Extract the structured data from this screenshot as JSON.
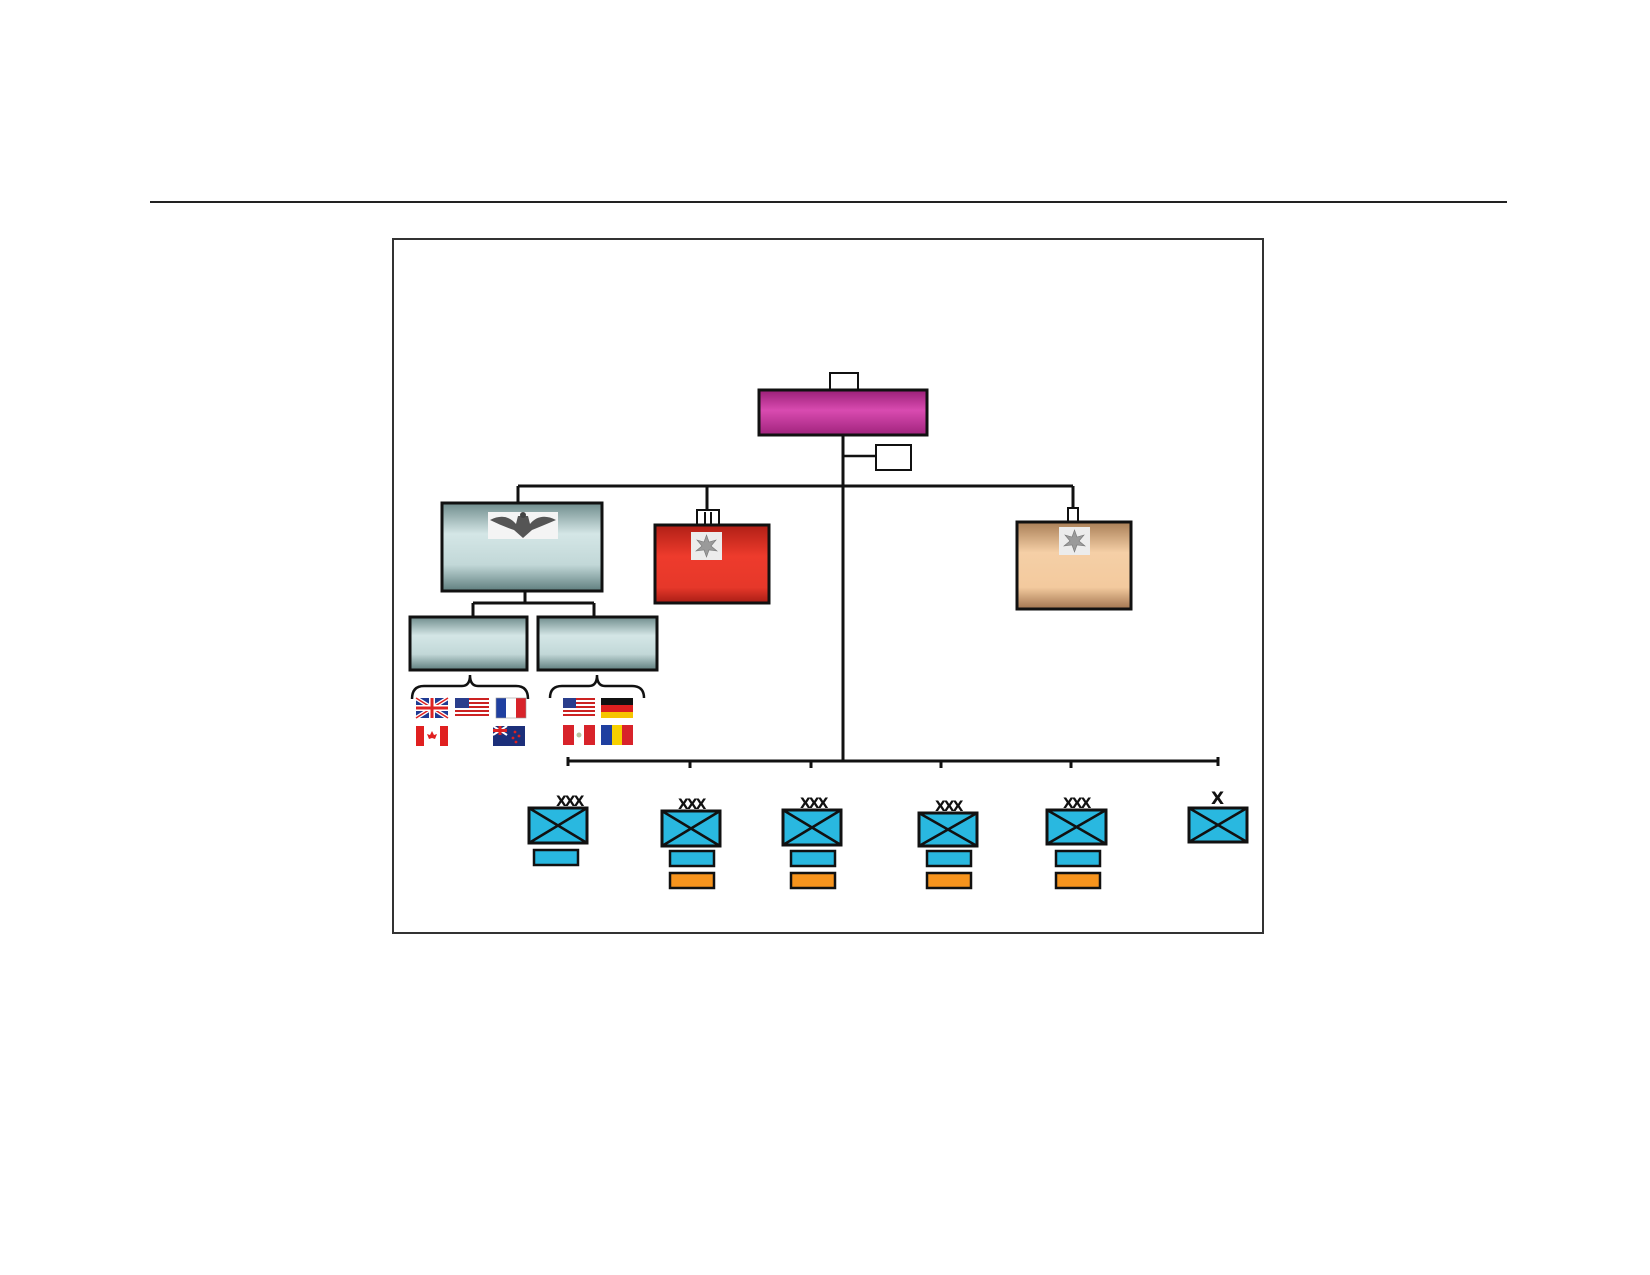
{
  "diagram": {
    "headquarters": {
      "fill": "#c2379a"
    },
    "staff_group": {
      "fill": "#b9d3d3",
      "insignia_icon": "eagle-insignia-icon"
    },
    "left_sub_cells": [
      {
        "fill": "#b9d3d3",
        "flags": [
          "flag-united-kingdom-icon",
          "flag-united-states-icon",
          "flag-france-icon",
          "flag-canada-icon",
          "flag-new-zealand-icon"
        ]
      },
      {
        "fill": "#b9d3d3",
        "flags": [
          "flag-united-states-icon",
          "flag-germany-icon",
          "flag-peru-icon",
          "flag-romania-icon"
        ]
      }
    ],
    "red_cell": {
      "fill": "#e83a2a",
      "insignia_icon": "oak-leaf-insignia-icon"
    },
    "tan_cell": {
      "fill": "#ecc39a",
      "insignia_icon": "oak-leaf-insignia-icon"
    },
    "units": [
      {
        "echelon": "XXX",
        "has_orange_tag": false
      },
      {
        "echelon": "XXX",
        "has_orange_tag": true
      },
      {
        "echelon": "XXX",
        "has_orange_tag": true
      },
      {
        "echelon": "XXX",
        "has_orange_tag": true
      },
      {
        "echelon": "XXX",
        "has_orange_tag": true
      },
      {
        "echelon": "X",
        "has_orange_tag": false
      }
    ],
    "colors": {
      "unit_blue": "#29b8e0",
      "tag_orange": "#f7941d",
      "line": "#111111"
    }
  }
}
